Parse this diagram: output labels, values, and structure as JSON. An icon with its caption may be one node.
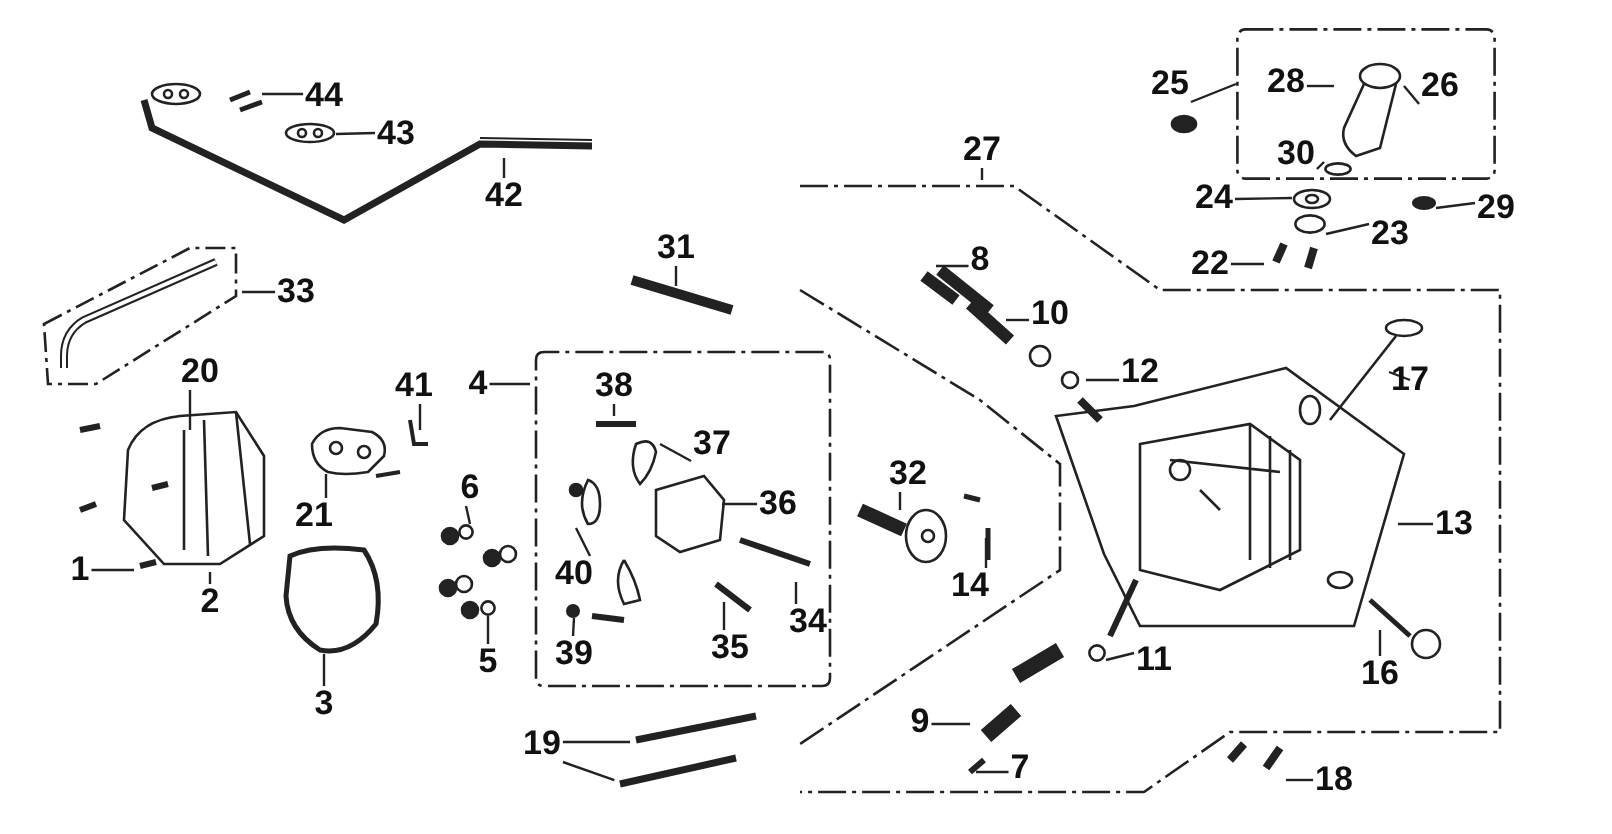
{
  "diagram": {
    "nodes": [
      {
        "text": [],
        "shape": "box"
      },
      {
        "text": [
          "25"
        ]
      },
      {
        "text": [
          "28"
        ],
        "in": 0
      },
      {
        "text": [
          "26"
        ],
        "in": 0
      },
      {
        "text": [
          "44"
        ]
      },
      {
        "text": [
          "43"
        ]
      },
      {
        "text": [
          "30"
        ],
        "in": 0
      },
      {
        "text": [
          "27"
        ]
      },
      {
        "text": [
          "42"
        ]
      },
      {
        "text": [
          "24"
        ]
      },
      {
        "text": [
          "29"
        ]
      },
      {
        "text": [
          "23"
        ]
      },
      {
        "text": [
          "31"
        ]
      },
      {
        "text": [
          "8"
        ]
      },
      {
        "text": [
          "22"
        ]
      },
      {
        "text": [
          "33"
        ]
      },
      {
        "text": [
          "10"
        ]
      },
      {
        "text": [
          "17"
        ]
      },
      {
        "text": [
          "12"
        ]
      },
      {
        "text": [
          "20"
        ]
      },
      {
        "text": [
          "41"
        ]
      },
      {
        "text": [
          "4"
        ]
      },
      {
        "text": [
          "38"
        ]
      },
      {
        "text": [
          "37"
        ]
      },
      {
        "text": [
          "32"
        ]
      },
      {
        "text": [
          "21"
        ]
      },
      {
        "text": [
          "6"
        ]
      },
      {
        "text": [
          "36"
        ]
      },
      {
        "text": [
          "13"
        ]
      },
      {
        "text": [
          "1"
        ]
      },
      {
        "text": [
          "14"
        ]
      },
      {
        "text": [
          "40"
        ]
      },
      {
        "text": [
          "2"
        ]
      },
      {
        "text": [
          "34"
        ]
      },
      {
        "text": [
          "5"
        ]
      },
      {
        "text": [
          "39"
        ]
      },
      {
        "text": [
          "35"
        ]
      },
      {
        "text": [
          "11"
        ]
      },
      {
        "text": [
          "16"
        ]
      },
      {
        "text": [
          "3"
        ]
      },
      {
        "text": [
          "9"
        ]
      },
      {
        "text": [
          "19"
        ]
      },
      {
        "text": [
          "7"
        ]
      },
      {
        "text": [
          "18"
        ]
      },
      {
        "text": [],
        "shape": "picture"
      },
      {
        "text": [],
        "shape": "picture"
      },
      {
        "text": [],
        "shape": "circle"
      },
      {
        "text": [],
        "shape": "picture",
        "in": 0
      },
      {
        "text": [],
        "shape": "circle",
        "in": 0
      },
      {
        "text": [],
        "shape": "circle"
      },
      {
        "text": [],
        "shape": "picture"
      },
      {
        "text": [],
        "shape": "picture"
      },
      {
        "text": [],
        "shape": "circle"
      },
      {
        "text": [],
        "shape": "picture"
      },
      {
        "text": [],
        "shape": "circle"
      },
      {
        "text": [],
        "shape": "circle"
      },
      {
        "text": [],
        "shape": "circle"
      }
    ],
    "edges": [
      {
        "from": 1,
        "to": 0,
        "arrow": "none"
      },
      {
        "from": 2,
        "to": null,
        "arrow": "none"
      },
      {
        "from": 3,
        "to": 47,
        "arrow": "none"
      },
      {
        "from": 4,
        "to": null,
        "arrow": "none"
      },
      {
        "from": 5,
        "to": 44,
        "arrow": "none"
      },
      {
        "from": 6,
        "to": 48,
        "arrow": "none"
      },
      {
        "from": 7,
        "to": null,
        "arrow": "none"
      },
      {
        "from": 8,
        "to": null,
        "arrow": "none"
      },
      {
        "from": 9,
        "to": 45,
        "arrow": "none"
      },
      {
        "from": 10,
        "to": 46,
        "arrow": "none"
      },
      {
        "from": 11,
        "to": 49,
        "arrow": "none"
      },
      {
        "from": 12,
        "to": null,
        "arrow": "none"
      },
      {
        "from": 13,
        "to": null,
        "arrow": "none"
      },
      {
        "from": 14,
        "to": null,
        "arrow": "none"
      },
      {
        "from": 15,
        "to": null,
        "arrow": "none"
      },
      {
        "from": 16,
        "to": null,
        "arrow": "none"
      },
      {
        "from": 17,
        "to": 50,
        "arrow": "none"
      },
      {
        "from": 18,
        "to": null,
        "arrow": "none"
      },
      {
        "from": 19,
        "to": null,
        "arrow": "none"
      },
      {
        "from": 20,
        "to": null,
        "arrow": "none"
      },
      {
        "from": 21,
        "to": null,
        "arrow": "none"
      },
      {
        "from": 22,
        "to": null,
        "arrow": "none"
      },
      {
        "from": 23,
        "to": 51,
        "arrow": "none"
      },
      {
        "from": 24,
        "to": null,
        "arrow": "none"
      },
      {
        "from": 25,
        "to": null,
        "arrow": "none"
      },
      {
        "from": 26,
        "to": 52,
        "arrow": "none"
      },
      {
        "from": 27,
        "to": null,
        "arrow": "none"
      },
      {
        "from": 28,
        "to": null,
        "arrow": "none"
      },
      {
        "from": 29,
        "to": null,
        "arrow": "none"
      },
      {
        "from": 30,
        "to": null,
        "arrow": "none"
      },
      {
        "from": 31,
        "to": 53,
        "arrow": "none"
      },
      {
        "from": 32,
        "to": null,
        "arrow": "none"
      },
      {
        "from": 33,
        "to": null,
        "arrow": "none"
      },
      {
        "from": 34,
        "to": 54,
        "arrow": "none"
      },
      {
        "from": 35,
        "to": 55,
        "arrow": "none"
      },
      {
        "from": 36,
        "to": null,
        "arrow": "none"
      },
      {
        "from": 37,
        "to": 56,
        "arrow": "none"
      },
      {
        "from": 38,
        "to": null,
        "arrow": "none"
      },
      {
        "from": 39,
        "to": null,
        "arrow": "none"
      },
      {
        "from": 40,
        "to": null,
        "arrow": "none"
      },
      {
        "from": 41,
        "to": null,
        "arrow": "none"
      },
      {
        "from": 41,
        "to": null,
        "arrow": "none"
      },
      {
        "from": 42,
        "to": null,
        "arrow": "none"
      },
      {
        "from": 43,
        "to": null,
        "arrow": "none"
      }
    ]
  }
}
